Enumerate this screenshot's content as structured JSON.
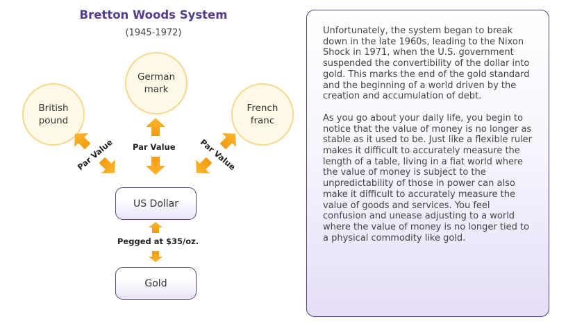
{
  "diagram": {
    "title": "Bretton Woods System",
    "subtitle": "(1945-1972)",
    "currencies": [
      {
        "name": "British\npound"
      },
      {
        "name": "German\nmark"
      },
      {
        "name": "French\nfranc"
      }
    ],
    "center_box": "US Dollar",
    "bottom_box": "Gold",
    "arrow_labels": {
      "left": "Par Value",
      "middle": "Par Value",
      "right": "Par Value",
      "peg": "Pegged at $35/oz."
    },
    "colors": {
      "accent": "#553c8b",
      "arrow": "#f7a31c",
      "circle_fill": "#fff9e8",
      "circle_border": "#f9d78f"
    }
  },
  "text_panel": {
    "paragraphs": [
      "Unfortunately, the system began to break down in the late 1960s, leading to the Nixon Shock in 1971, when the U.S. government suspended the convertibility of the dollar into gold. This marks the end of the gold standard and the beginning of a world driven by the creation and accumulation of debt.",
      "As you go about your daily life, you begin to notice that the value of money is no longer as stable as it used to be. Just like a flexible ruler makes it difficult to accurately measure the length of a table, living in a fiat world where the value of money is subject to the unpredictability of those in power can also make it difficult to accurately measure the value of goods and services. You feel confusion and unease adjusting to a world where the value of money is no longer tied to a physical commodity like gold."
    ]
  }
}
